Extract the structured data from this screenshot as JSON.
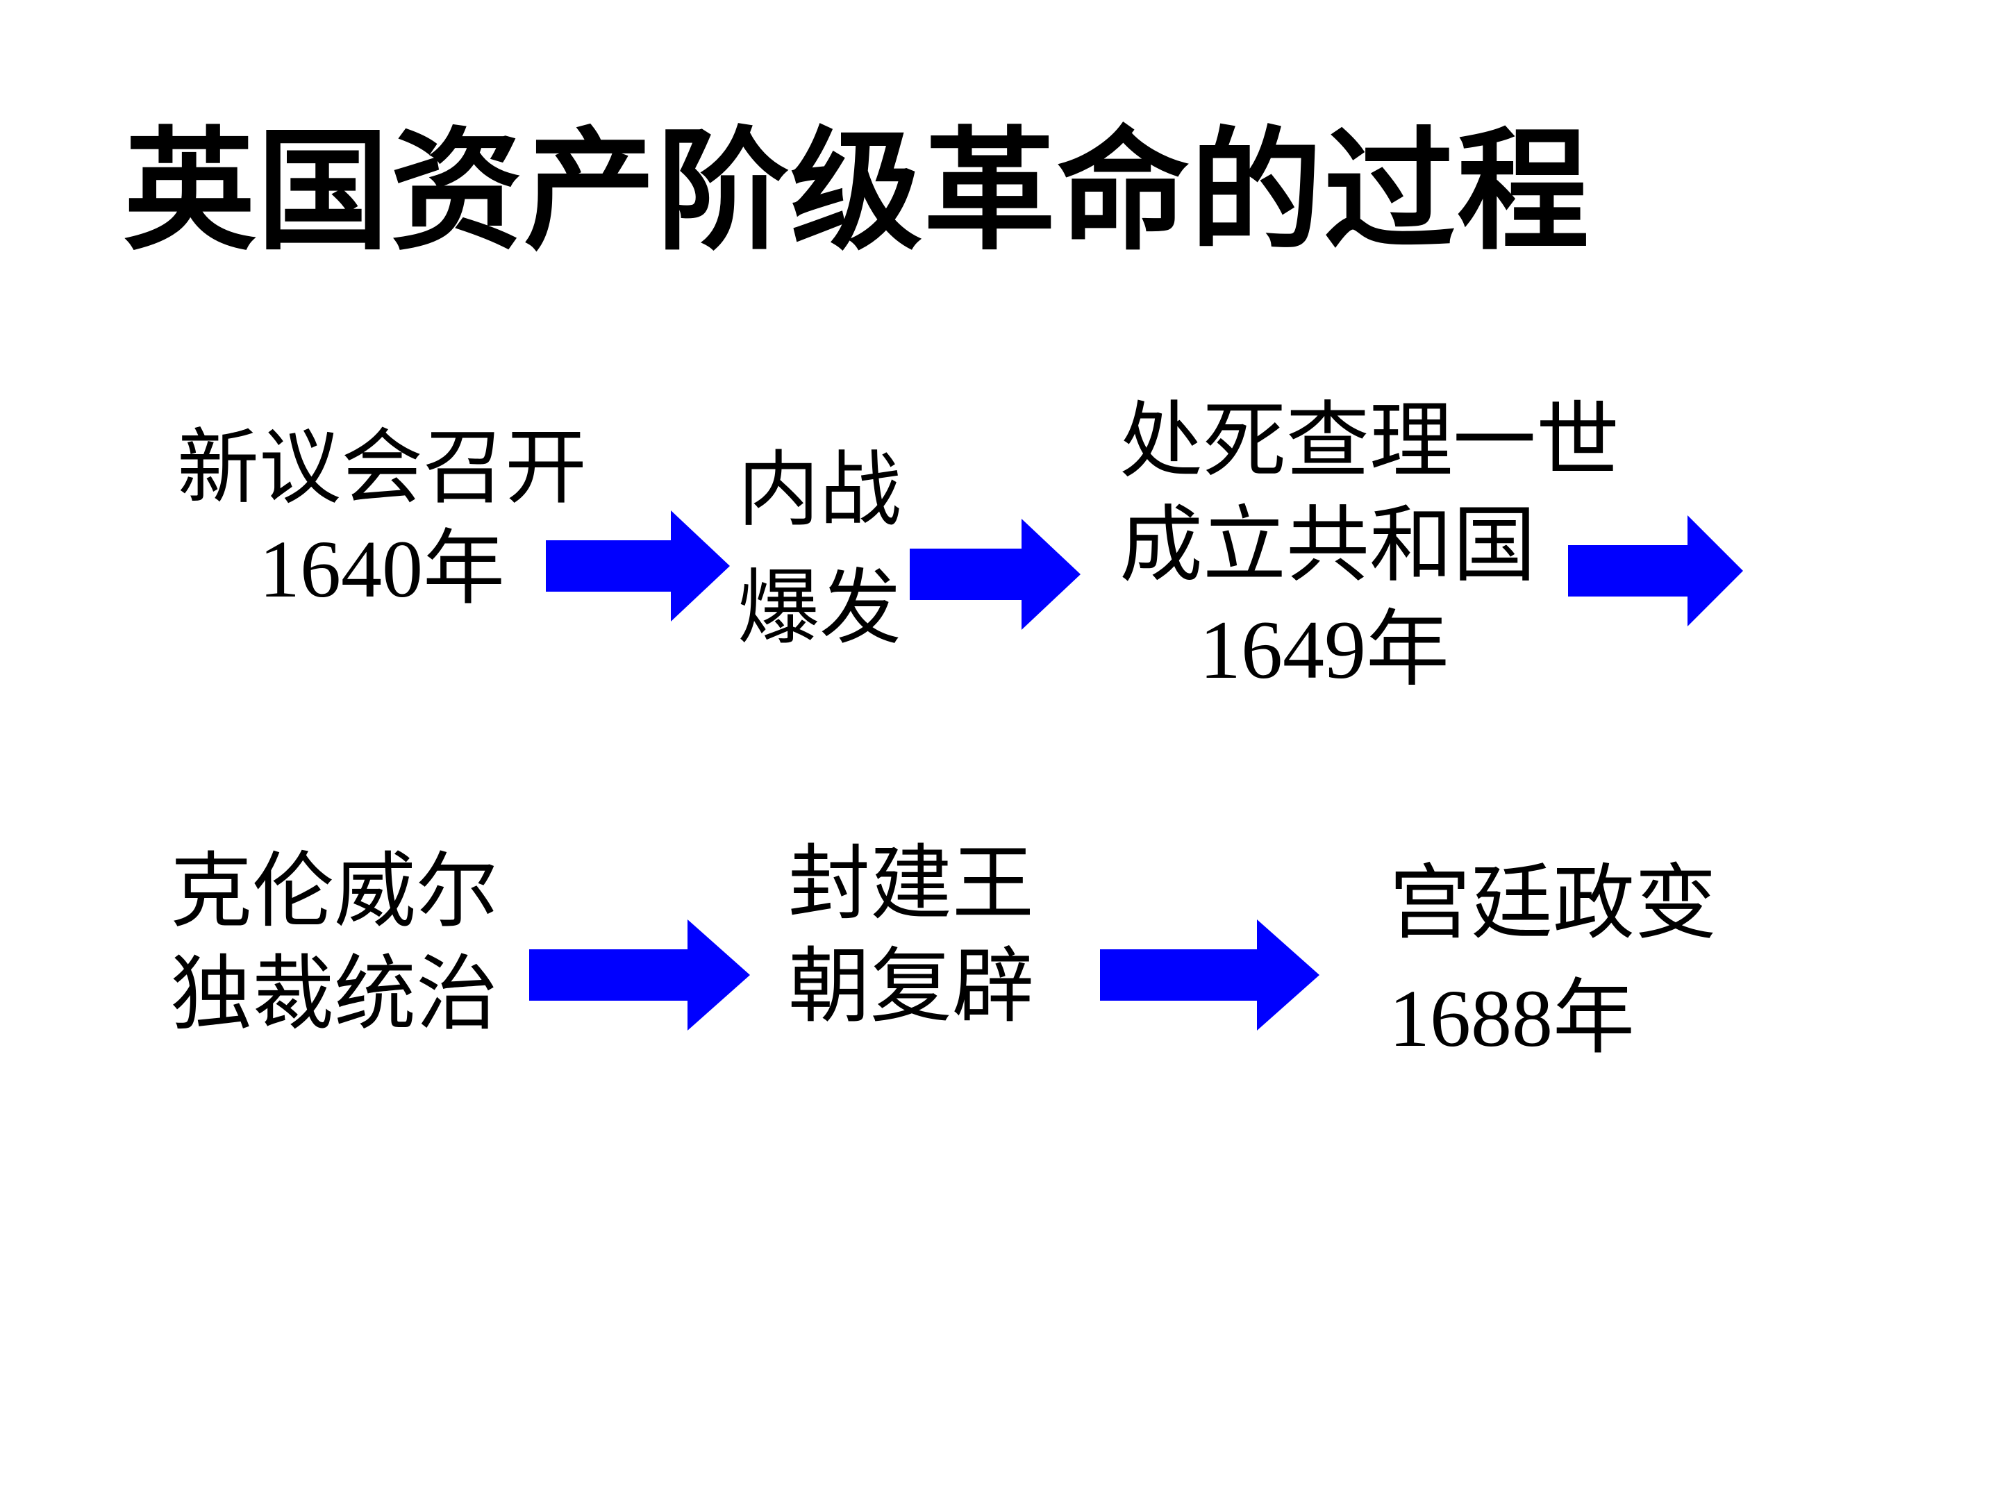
{
  "title": "英国资产阶级革命的过程",
  "colors": {
    "arrow": "#0000FF",
    "text": "#000000",
    "background": "#FFFFFF"
  },
  "icons": {
    "flow_arrow": "right-block-arrow"
  },
  "flow": {
    "row1": {
      "step1": {
        "line1": "新议会召开",
        "line2": "1640年"
      },
      "step2": {
        "line1": "内战",
        "line2": "爆发"
      },
      "step3": {
        "line1": "处死查理一世",
        "line2": "成立共和国",
        "line3": "1649年"
      }
    },
    "row2": {
      "step1": {
        "line1": "克伦威尔",
        "line2": "独裁统治"
      },
      "step2": {
        "line1": "封建王",
        "line2": "朝复辟"
      },
      "step3": {
        "line1": "宫廷政变",
        "line2": "1688年"
      }
    }
  }
}
